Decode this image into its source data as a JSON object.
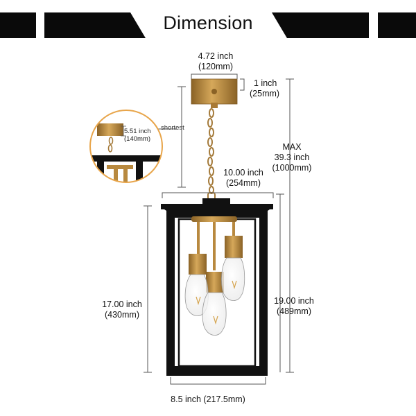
{
  "title": "Dimension",
  "colors": {
    "frame": "#111111",
    "brass": "#b8893f",
    "dim_line": "#555555",
    "inset_ring": "#e8a54a"
  },
  "labels": {
    "canopy_width": [
      "4.72 inch",
      "(120mm)"
    ],
    "canopy_height": [
      "1 inch",
      "(25mm)"
    ],
    "shortest": "shortest",
    "inset": [
      "5.51 inch",
      "(140mm)"
    ],
    "max_label": "MAX",
    "max_height": [
      "39.3 inch",
      "(1000mm)"
    ],
    "top_width": [
      "10.00 inch",
      "(254mm)"
    ],
    "body_height": [
      "17.00 inch",
      "(430mm)"
    ],
    "overall_height": [
      "19.00 inch",
      "(489mm)"
    ],
    "base_width": "8.5 inch (217.5mm)"
  }
}
